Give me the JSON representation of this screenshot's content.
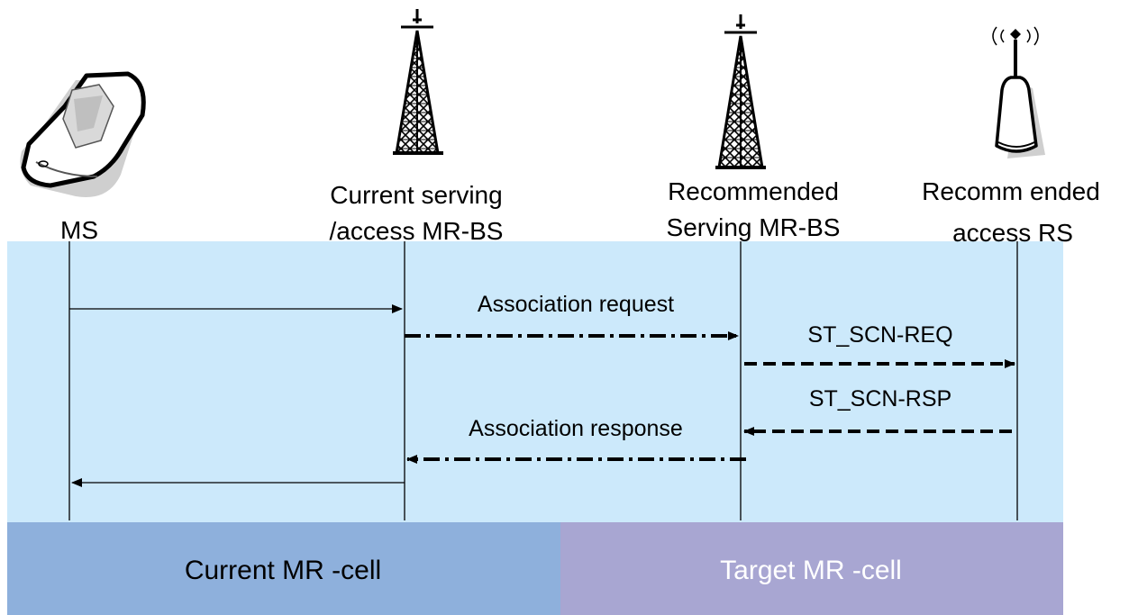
{
  "entities": [
    {
      "id": "ms",
      "label_lines": [
        "MS"
      ],
      "icon": "mobile-phone-icon"
    },
    {
      "id": "current-bs",
      "label_lines": [
        "Current serving",
        "/access MR-BS"
      ],
      "icon": "antenna-tower-icon"
    },
    {
      "id": "recommended-bs",
      "label_lines": [
        "Recommended",
        "Serving MR-BS"
      ],
      "icon": "antenna-tower-icon"
    },
    {
      "id": "recommended-rs",
      "label_lines": [
        "Recomm ended",
        "access RS"
      ],
      "icon": "relay-station-icon"
    }
  ],
  "messages": [
    {
      "id": "ms-to-current",
      "label": "",
      "from": "ms",
      "to": "current-bs",
      "style": "solid"
    },
    {
      "id": "assoc-req",
      "label": "Association request",
      "from": "current-bs",
      "to": "recommended-bs",
      "style": "dash-dot"
    },
    {
      "id": "st-scn-req",
      "label": "ST_SCN-REQ",
      "from": "recommended-bs",
      "to": "recommended-rs",
      "style": "dashed"
    },
    {
      "id": "st-scn-rsp",
      "label": "ST_SCN-RSP",
      "from": "recommended-rs",
      "to": "recommended-bs",
      "style": "dashed"
    },
    {
      "id": "assoc-rsp",
      "label": "Association response",
      "from": "recommended-bs",
      "to": "current-bs",
      "style": "dash-dot"
    },
    {
      "id": "current-to-ms",
      "label": "",
      "from": "current-bs",
      "to": "ms",
      "style": "solid"
    }
  ],
  "cells": {
    "current": {
      "label": "Current MR -cell"
    },
    "target": {
      "label": "Target MR -cell"
    }
  },
  "colors": {
    "sequence_bg": "#cce9fb",
    "current_cell": "#8eb0dc",
    "target_cell": "#a8a6d2",
    "target_text": "#ffffff"
  }
}
